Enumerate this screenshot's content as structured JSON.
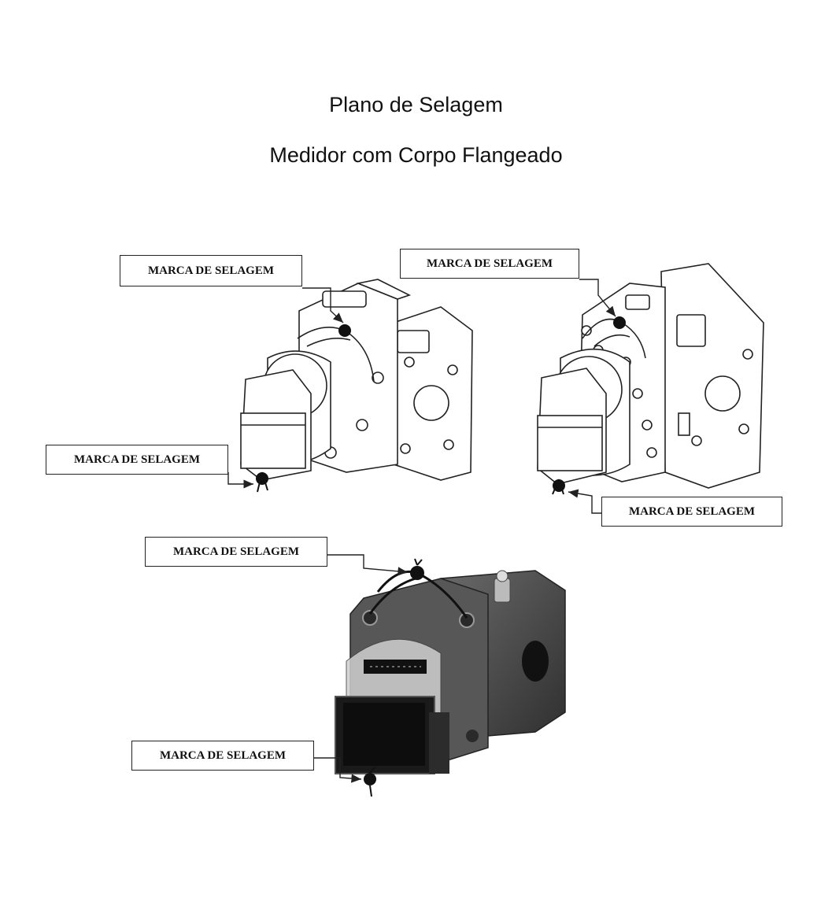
{
  "document": {
    "title": "Plano de Selagem",
    "subtitle": "Medidor com Corpo Flangeado"
  },
  "labels": {
    "seal_mark_1": "MARCA DE SELAGEM",
    "seal_mark_2": "MARCA DE SELAGEM",
    "seal_mark_3": "MARCA DE SELAGEM",
    "seal_mark_4": "MARCA DE SELAGEM",
    "seal_mark_5": "MARCA DE SELAGEM",
    "seal_mark_6": "MARCA DE SELAGEM"
  },
  "colors": {
    "line_art": "#222222",
    "photo_body": "#4a4a4a",
    "seal": "#111111"
  }
}
